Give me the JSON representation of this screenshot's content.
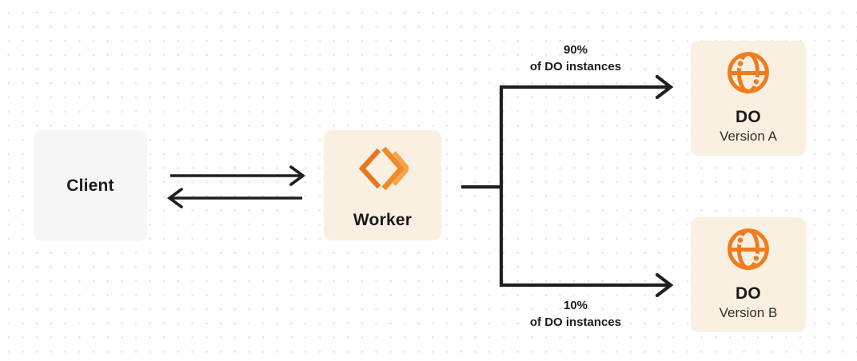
{
  "nodes": {
    "client": {
      "label": "Client",
      "bg": "#f6f6f7"
    },
    "worker": {
      "label": "Worker",
      "bg": "#faf0e1"
    },
    "do_version_a": {
      "label": "DO",
      "sublabel": "Version A",
      "bg": "#faf0e1"
    },
    "do_version_b": {
      "label": "DO",
      "sublabel": "Version B",
      "bg": "#faf0e1"
    }
  },
  "routes": {
    "top": {
      "percent": "90%",
      "caption": "of DO instances"
    },
    "bottom": {
      "percent": "10%",
      "caption": "of DO instances"
    }
  },
  "icons": {
    "worker": {
      "name": "workers-chevron-icon",
      "bracket_color": "#e8761e",
      "chevron_color": "#f08a24",
      "chevron_light_color": "#f5a44e"
    },
    "durable_object": {
      "name": "globe-icon",
      "color": "#ef7c1f"
    }
  },
  "colors": {
    "background": "#ffffff",
    "dot_grid": "#e3e3e6",
    "line": "#1f1f1f",
    "text": "#1a1a1a",
    "subtitle_text": "#2e2e2e"
  }
}
